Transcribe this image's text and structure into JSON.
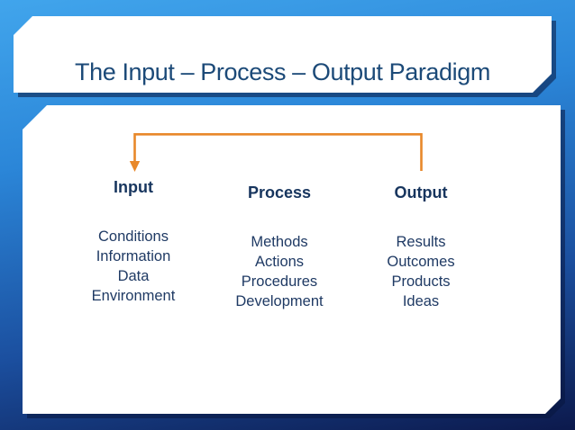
{
  "slide": {
    "title": "The Input – Process – Output Paradigm"
  },
  "diagram": {
    "columns": [
      {
        "header": "Input",
        "items": [
          "Conditions",
          "Information",
          "Data",
          "Environment"
        ]
      },
      {
        "header": "Process",
        "items": [
          "Methods",
          "Actions",
          "Procedures",
          "Development"
        ]
      },
      {
        "header": "Output",
        "items": [
          "Results",
          "Outcomes",
          "Products",
          "Ideas"
        ]
      }
    ],
    "arrow": {
      "icon": "feedback-arrow-icon",
      "from": "Output",
      "to": "Input"
    }
  },
  "colors": {
    "bg_top": "#41a5ec",
    "bg_mid1": "#2b86d8",
    "bg_mid2": "#1b4f9f",
    "bg_bottom": "#0c194c",
    "panel": "#ffffff",
    "title_text": "#1c4a78",
    "header_text": "#17355e",
    "body_text": "#1f3a64",
    "arrow": "#e8882a"
  }
}
